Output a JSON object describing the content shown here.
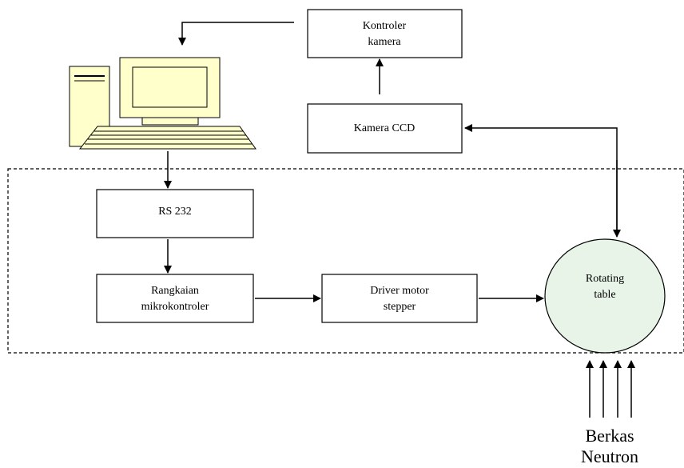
{
  "diagram": {
    "nodes": {
      "kontroler_kamera": {
        "lines": [
          "Kontroler",
          "kamera"
        ]
      },
      "kamera_ccd": {
        "lines": [
          "Kamera CCD"
        ]
      },
      "rs232": {
        "lines": [
          "RS 232"
        ]
      },
      "mikrokontroler": {
        "lines": [
          "Rangkaian",
          "mikrokontroler"
        ]
      },
      "driver": {
        "lines": [
          "Driver motor",
          "stepper"
        ]
      },
      "rotating_table": {
        "lines": [
          "Rotating",
          "table"
        ]
      },
      "computer": {
        "icon": "computer-icon"
      }
    },
    "beam": {
      "lines": [
        "Berkas",
        "Neutron"
      ]
    },
    "edges": [
      {
        "from": "kontroler_kamera",
        "to": "computer"
      },
      {
        "from": "kamera_ccd",
        "to": "kontroler_kamera"
      },
      {
        "from": "rotating_table",
        "to": "kamera_ccd",
        "bidirectional": true
      },
      {
        "from": "computer",
        "to": "rs232"
      },
      {
        "from": "rs232",
        "to": "mikrokontroler"
      },
      {
        "from": "mikrokontroler",
        "to": "driver"
      },
      {
        "from": "driver",
        "to": "rotating_table"
      },
      {
        "from": "beam",
        "to": "rotating_table"
      }
    ],
    "colors": {
      "computer_fill": "#FFFFCC",
      "table_fill": "#E8F4E8",
      "stroke": "#000000"
    }
  }
}
